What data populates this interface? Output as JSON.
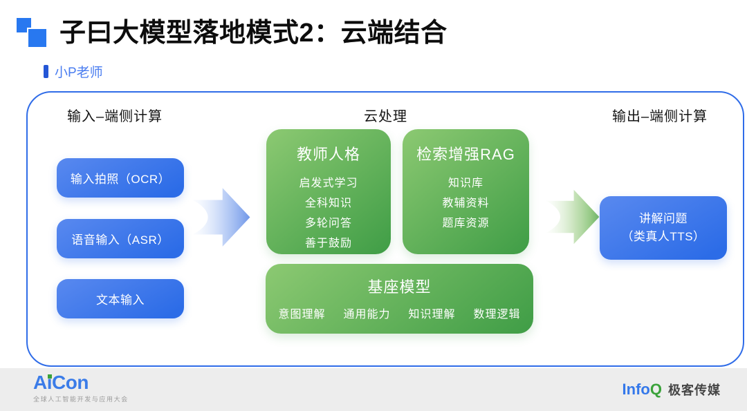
{
  "header": {
    "title": "子曰大模型落地模式2：云端结合",
    "subtitle": "小P老师"
  },
  "diagram": {
    "input_section": {
      "header": "输入–端侧计算",
      "items": [
        "输入拍照（OCR）",
        "语音输入（ASR）",
        "文本输入"
      ]
    },
    "cloud_section": {
      "header": "云处理",
      "teacher_box": {
        "title": "教师人格",
        "items": [
          "启发式学习",
          "全科知识",
          "多轮问答",
          "善于鼓励"
        ]
      },
      "rag_box": {
        "title": "检索增强RAG",
        "items": [
          "知识库",
          "教辅资料",
          "题库资源"
        ]
      },
      "base_box": {
        "title": "基座模型",
        "items": [
          "意图理解",
          "通用能力",
          "知识理解",
          "数理逻辑"
        ]
      }
    },
    "output_section": {
      "header": "输出–端侧计算",
      "box_line1": "讲解问题",
      "box_line2": "（类真人TTS）"
    }
  },
  "footer": {
    "aicon_logo": "AiCon",
    "aicon_tagline": "全球人工智能开发与应用大会",
    "infoq_info": "Info",
    "infoq_q": "Q",
    "infoq_brand": "极客传媒"
  },
  "colors": {
    "accent_blue": "#2f6ce8",
    "button_blue_start": "#5989ef",
    "button_blue_end": "#2c6ce7",
    "green_start": "#8cc972",
    "green_end": "#3f9d46",
    "subtitle_blue": "#4a7df0",
    "footer_bg": "#ededed",
    "aicon_blue": "#3b7ce8",
    "infoq_green": "#3aa23a"
  }
}
